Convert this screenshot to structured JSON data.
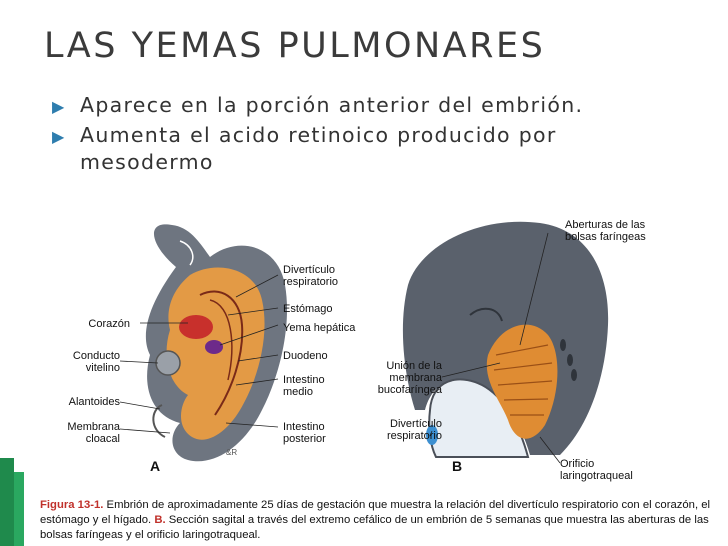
{
  "slide": {
    "title": "LAS YEMAS PULMONARES",
    "bullets": [
      "Aparece en la porción anterior del embrión.",
      "Aumenta el acido retinoico producido por mesodermo"
    ]
  },
  "figure": {
    "panel_a": "A",
    "panel_b": "B",
    "labels_a_left": [
      "Corazón",
      "Conducto vitelino",
      "Alantoides",
      "Membrana cloacal"
    ],
    "labels_a_right": [
      "Divertículo respiratorio",
      "Estómago",
      "Yema hepática",
      "Duodeno",
      "Intestino medio",
      "Intestino posterior"
    ],
    "labels_b": [
      "Aberturas de las bolsas faríngeas",
      "Unión de la membrana bucofaríngea",
      "Divertículo respiratorio",
      "Orificio laringotraqueal"
    ],
    "caption_label": "Figura 13-1.",
    "caption_text_1": " Embrión de aproximadamente 25 días de gestación que muestra la relación del divertículo respiratorio con el corazón, el estómago y el hígado. ",
    "caption_label_b": "B.",
    "caption_text_2": " Sección sagital a través del extremo cefálico de un embrión de 5 semanas que muestra las aberturas de las bolsas faríngeas y el orificio laringotraqueal."
  },
  "colors": {
    "title": "#3b3b3b",
    "bullet_marker": "#2e7dae",
    "caption_label": "#c0312b",
    "embryo_gray": "#5f6670",
    "endoderm_orange": "#e0913a"
  }
}
